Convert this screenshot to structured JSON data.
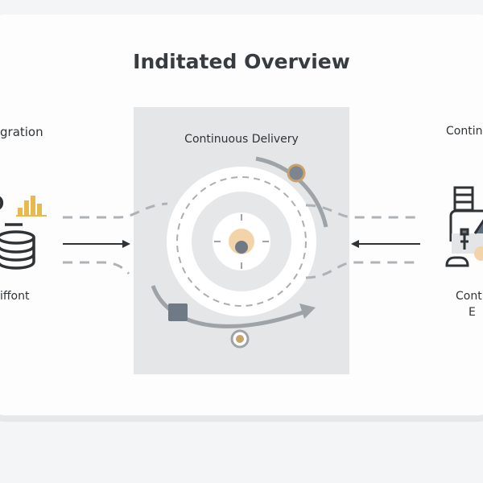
{
  "title": "Inditated Overview",
  "center": {
    "label": "Continuous Delivery"
  },
  "left": {
    "top_label": "gration",
    "bottom_label": "iffont"
  },
  "right": {
    "top_label": "Contin",
    "bottom_label_1": "Conti",
    "bottom_label_2": "E"
  },
  "colors": {
    "accent": "#e8b94f",
    "dark": "#2f3336",
    "gray": "#9ea3a8",
    "panel": "#e5e6e8"
  }
}
